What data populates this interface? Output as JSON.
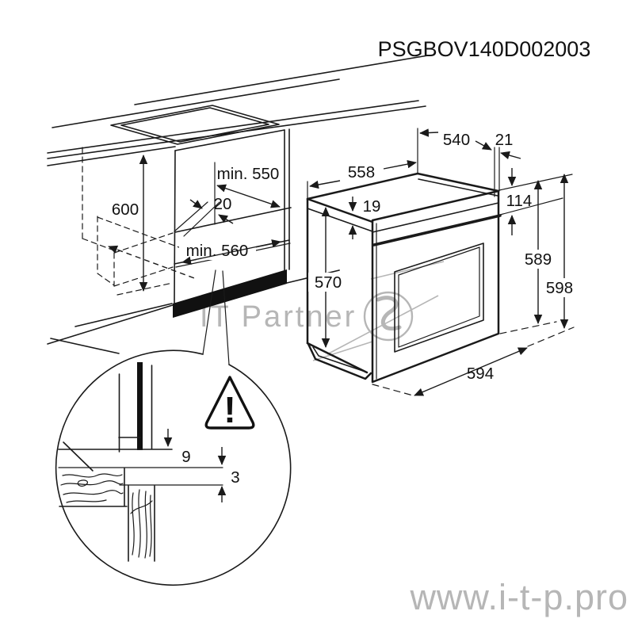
{
  "title": "PSGBOV140D002003",
  "colors": {
    "line": "#1a1a1a",
    "watermark": "#b6b6b6",
    "plinth": "#111111"
  },
  "cabinet_dims": {
    "height": "600",
    "depth_min": "min. 550",
    "rear_gap": "20",
    "width_min": "min. 560"
  },
  "oven_dims": {
    "depth": "540",
    "door_gap": "21",
    "top_width": "558",
    "top_inset": "19",
    "panel_height": "114",
    "side_height": "570",
    "body_height": "589",
    "total_height": "598",
    "front_width": "594"
  },
  "detail_dims": {
    "upper_gap": "9",
    "lower_gap": "3"
  },
  "icons": {
    "warning_icon": "!"
  },
  "watermarks": {
    "brand": "IT Partner",
    "website": "www.i-t-p.pro"
  }
}
